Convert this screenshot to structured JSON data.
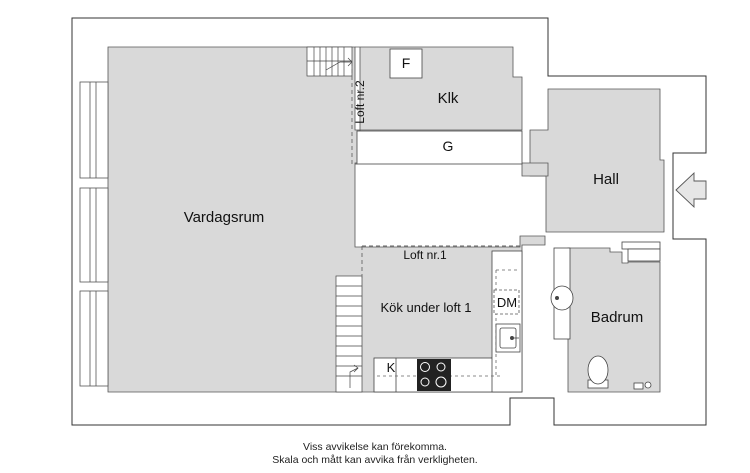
{
  "rooms": {
    "vardagsrum": "Vardagsrum",
    "klk": "Klk",
    "hall": "Hall",
    "badrum": "Badrum",
    "kok": "Kök under loft 1"
  },
  "lofts": {
    "loft1": "Loft nr.1",
    "loft2": "Loft nr.2"
  },
  "fixtures": {
    "f": "F",
    "g": "G",
    "dm": "DM",
    "k": "K"
  },
  "disclaimer": {
    "line1": "Viss avvikelse kan förekomma.",
    "line2": "Skala och mått kan avvika från verkligheten."
  },
  "colors": {
    "wall": "#ffffff",
    "floor": "#d9d9d9",
    "stroke": "#333333",
    "entrance_arrow": "#e6e6e6"
  }
}
